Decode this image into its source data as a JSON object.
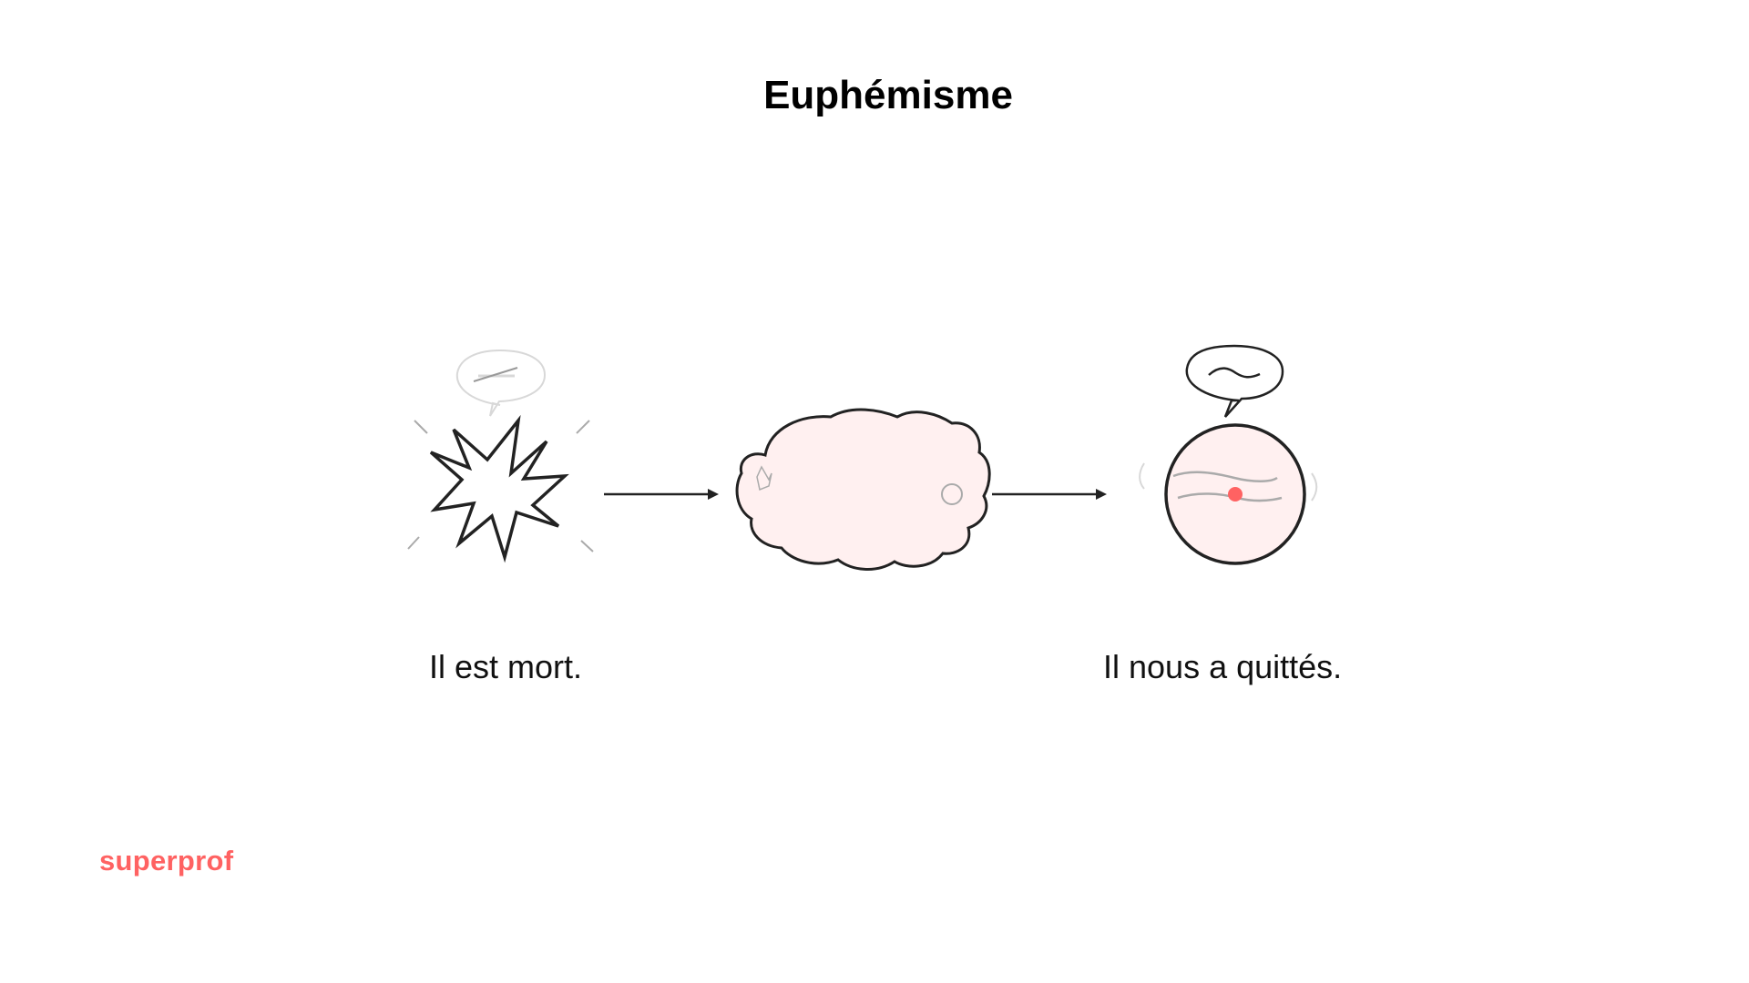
{
  "title": "Euphémisme",
  "labels": {
    "left": "Il est mort.",
    "right": "Il nous a quittés."
  },
  "brand": {
    "logo_text": "superprof",
    "color": "#ff6262"
  },
  "diagram": {
    "nodes": [
      {
        "id": "explosion",
        "icon": "explosion-icon",
        "caption": "Il est mort."
      },
      {
        "id": "cloud",
        "icon": "cloud-filter-icon",
        "fill": "#fff0f0"
      },
      {
        "id": "soft-circle",
        "icon": "softened-circle-icon",
        "caption": "Il nous a quittés.",
        "fill": "#fff0f0",
        "accent": "#ff6262"
      }
    ],
    "edges": [
      {
        "from": "explosion",
        "to": "cloud"
      },
      {
        "from": "cloud",
        "to": "soft-circle"
      }
    ]
  }
}
